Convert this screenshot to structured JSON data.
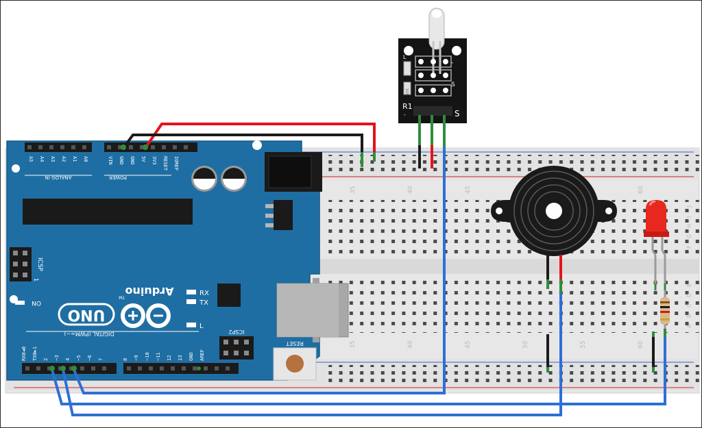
{
  "colors": {
    "arduino_blue": "#1f6ea3",
    "breadboard": "#e6e6e6",
    "rail_red": "#d22020",
    "rail_blue": "#3a62c9",
    "wire_red": "#e3141b",
    "wire_black": "#1b1b1b",
    "wire_blue": "#2e6fd6",
    "wire_green": "#2f8d3c",
    "led_red": "#e8281f"
  },
  "breadboard": {
    "col_numbers": [
      "35",
      "40",
      "45",
      "50",
      "55",
      "60"
    ],
    "row_letters_top": [
      "J",
      "I",
      "H",
      "G",
      "F"
    ],
    "row_letters_bottom": [
      "E",
      "D",
      "C",
      "B",
      "A"
    ]
  },
  "arduino": {
    "logo_brand": "Arduino",
    "logo_tm": "TM",
    "logo_model": "UNO",
    "analog_label": "ANALOG IN",
    "analog_pins": [
      "A5",
      "A4",
      "A3",
      "A2",
      "A1",
      "A0"
    ],
    "power_label": "POWER",
    "power_pins": [
      "VIN",
      "GND",
      "GND",
      "5V",
      "3V3",
      "RESET",
      "IOREF"
    ],
    "digital_label": "DIGITAL (PWM=~)",
    "digital_pins_left": [
      "RX0◄0",
      "TX0►1",
      "2",
      "~3",
      "4",
      "~5",
      "~6",
      "7"
    ],
    "digital_pins_right": [
      "8",
      "~9",
      "~10",
      "~11",
      "12",
      "13",
      "GND",
      "AREF"
    ],
    "icsp_label": "ICSP",
    "icsp2_label": "ICSP2",
    "icsp_num": "1",
    "reset_label": "RESET",
    "on_label": "ON",
    "rx_label": "RX",
    "tx_label": "TX",
    "l_label": "L"
  },
  "sensor_module": {
    "label_r1": "R1",
    "label_s": "S",
    "label_s_small": "S",
    "label_minus": "-",
    "label_minus2": "-",
    "label_l": "L",
    "resistor_code": "103"
  }
}
